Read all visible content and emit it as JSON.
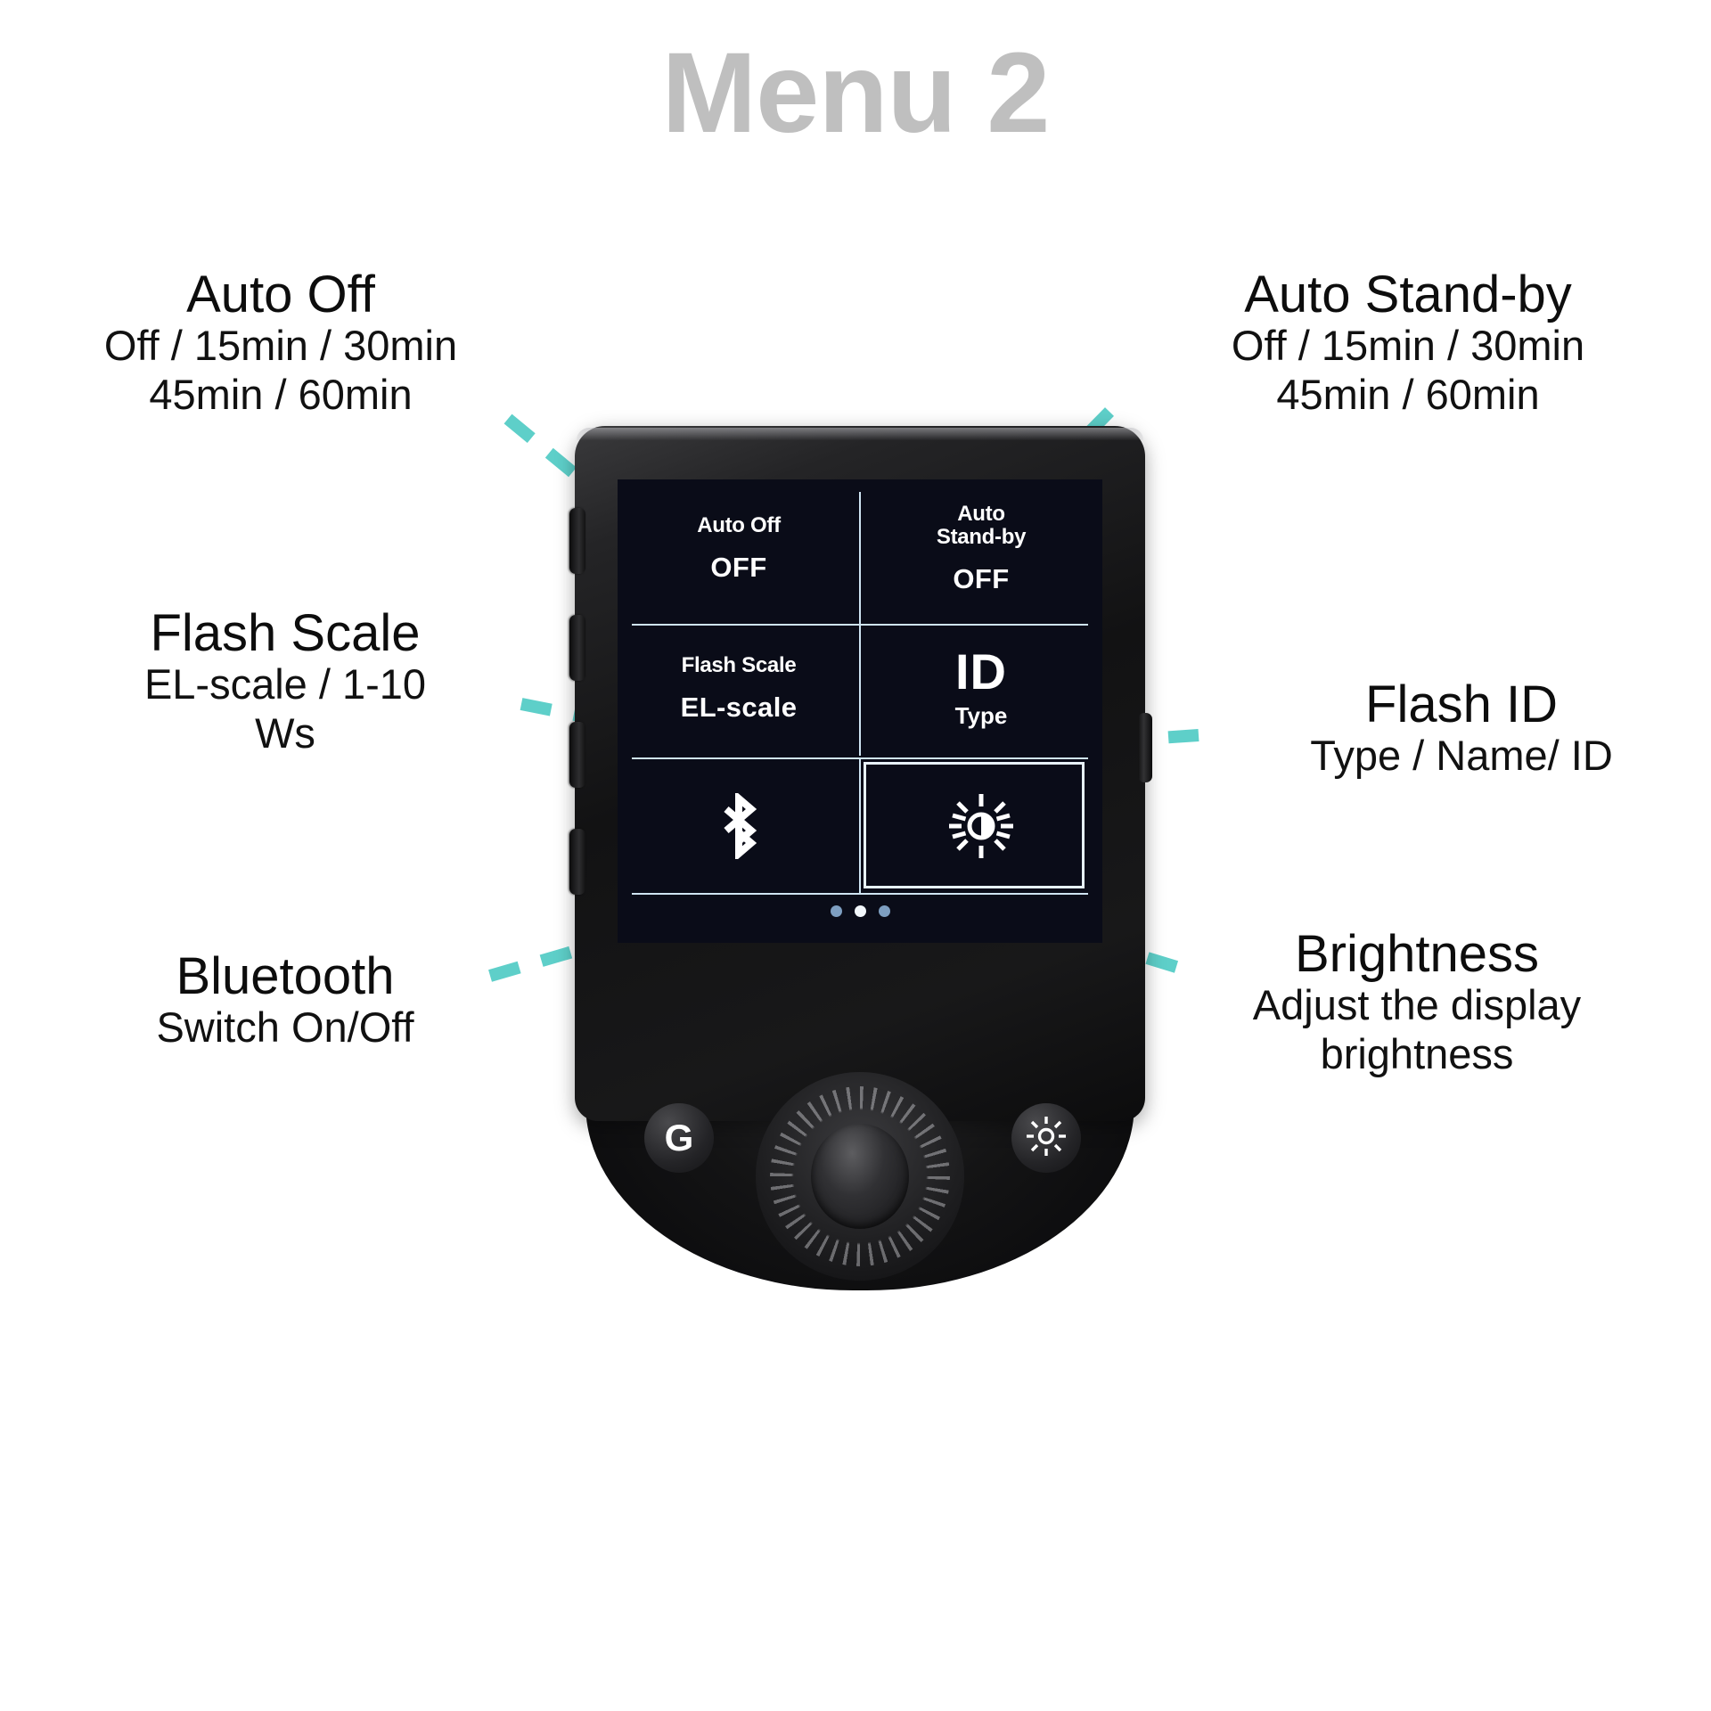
{
  "page": {
    "title": "Menu 2",
    "accent_color": "#5ecfc9",
    "title_color": "#bfbfbf",
    "background": "#ffffff"
  },
  "callouts": {
    "auto_off": {
      "title": "Auto Off",
      "line1": "Off / 15min / 30min",
      "line2": "45min / 60min"
    },
    "auto_standby": {
      "title": "Auto Stand-by",
      "line1": "Off / 15min / 30min",
      "line2": "45min / 60min"
    },
    "flash_scale": {
      "title": "Flash Scale",
      "line1": "EL-scale / 1-10",
      "line2": "Ws"
    },
    "flash_id": {
      "title": "Flash ID",
      "line1": "Type / Name/ ID",
      "line2": ""
    },
    "bluetooth": {
      "title": "Bluetooth",
      "line1": "Switch On/Off",
      "line2": ""
    },
    "brightness": {
      "title": "Brightness",
      "line1": "Adjust the display",
      "line2": "brightness"
    }
  },
  "device": {
    "screen": {
      "cells": {
        "auto_off": {
          "label": "Auto Off",
          "value": "OFF"
        },
        "auto_standby": {
          "label_line1": "Auto",
          "label_line2": "Stand-by",
          "value": "OFF"
        },
        "flash_scale": {
          "label": "Flash Scale",
          "value": "EL-scale"
        },
        "flash_id": {
          "value": "ID",
          "sub": "Type"
        },
        "bluetooth": {
          "icon": "bluetooth-icon"
        },
        "brightness": {
          "icon": "brightness-sun-icon",
          "selected": true
        }
      },
      "page_dots": {
        "count": 3,
        "active_index": 1
      }
    },
    "controls": {
      "group_button_label": "G",
      "brightness_button_icon": "brightness-sun-icon",
      "wheel": "control-wheel"
    }
  }
}
